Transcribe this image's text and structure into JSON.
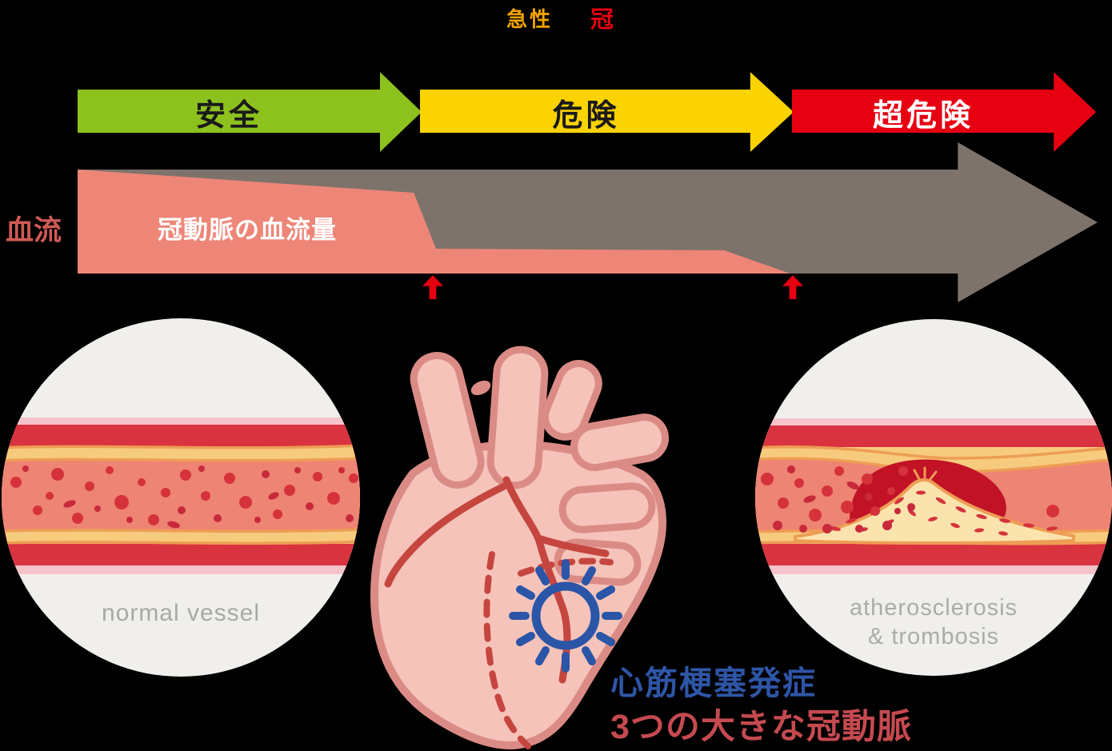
{
  "top_label": {
    "part1": "急性",
    "part2": "冠"
  },
  "risk_arrows": [
    {
      "label": "安全",
      "color": "#8DC21E",
      "text_color": "#1A1A1A"
    },
    {
      "label": "危険",
      "color": "#FBD303",
      "text_color": "#1A1A1A"
    },
    {
      "label": "超危険",
      "color": "#E60012",
      "text_color": "#FFFFFF"
    }
  ],
  "flow": {
    "axis_label": "血流",
    "band_label": "冠動脈の血流量",
    "band_color": "#EE8678",
    "time_arrow_color": "#7D736B",
    "axis_label_color": "#D15A55",
    "drop_marker_color": "#E60012"
  },
  "panels": {
    "left_circle": {
      "caption": "normal vessel",
      "caption_color": "#A8A8A8",
      "bg": "#F1EFEC"
    },
    "right_circle": {
      "caption_line1": "atherosclerosis",
      "caption_line2": "& trombosis",
      "caption_color": "#ABABAB",
      "bg": "#F1EFEC"
    }
  },
  "annotations": {
    "line1": "心筋梗塞発症",
    "line1_color": "#2E55A6",
    "line2": "3つの大きな冠動脈",
    "line2_color": "#C54A4F"
  },
  "icons": {
    "drop_markers": "up-arrow-icon",
    "occlusion": "starburst-icon",
    "heart": "heart-illustration"
  },
  "palette": {
    "background": "#000000",
    "vessel_wall_red": "#D8333E",
    "vessel_outer_pink": "#F6C3CB",
    "vessel_lining_yellow": "#F7CB7E",
    "vessel_lumen": "#EE8473",
    "blood_cell_red": "#D5323C",
    "plaque_fill": "#FBE3AD",
    "plaque_edge": "#EE9D55",
    "thrombus": "#C11226",
    "heart_fill": "#F5C3BA",
    "heart_outline": "#DB8B85",
    "artery_red": "#C5463F",
    "starburst_blue": "#2B56A8"
  }
}
